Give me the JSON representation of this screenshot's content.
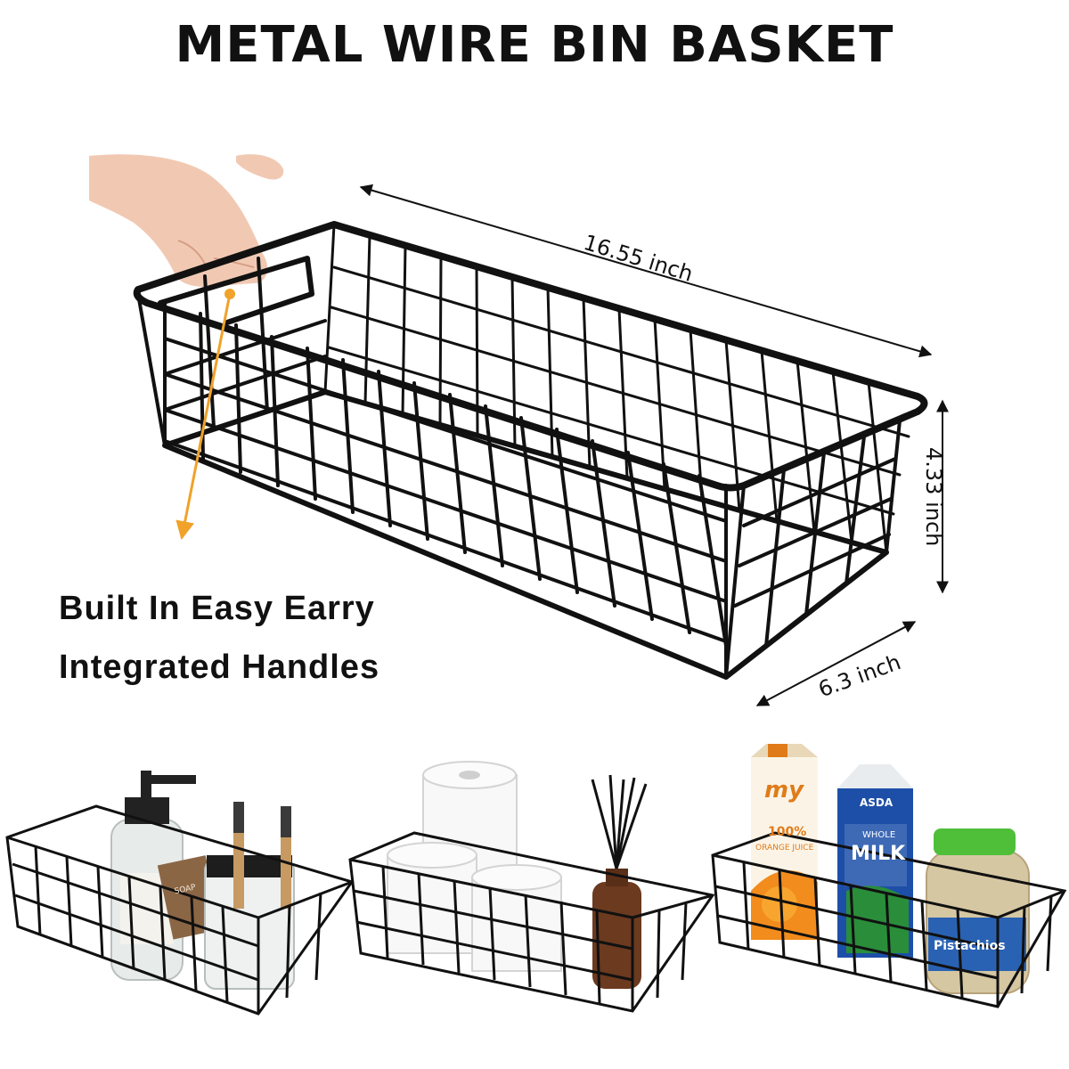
{
  "title": "METAL WIRE BIN BASKET",
  "feature": {
    "line1": "Built In Easy Earry",
    "line2": "Integrated Handles"
  },
  "dimensions": {
    "length": "16.55  inch",
    "height": "4.33  inch",
    "width": "6.3 inch"
  },
  "scenes": {
    "bathroom": {
      "labels": [
        "SOAP"
      ]
    },
    "toilet_paper": {},
    "pantry": {
      "juice_brand": "my",
      "juice_lines": [
        "100%",
        "ORANGE JUICE"
      ],
      "milk_brand": "ASDA",
      "milk_lines": [
        "WHOLE",
        "MILK"
      ],
      "nuts_label": "Pistachios"
    }
  },
  "colors": {
    "wire": "#111111",
    "arrow_accent": "#f0a22a",
    "skin": "#f1c9b3"
  }
}
